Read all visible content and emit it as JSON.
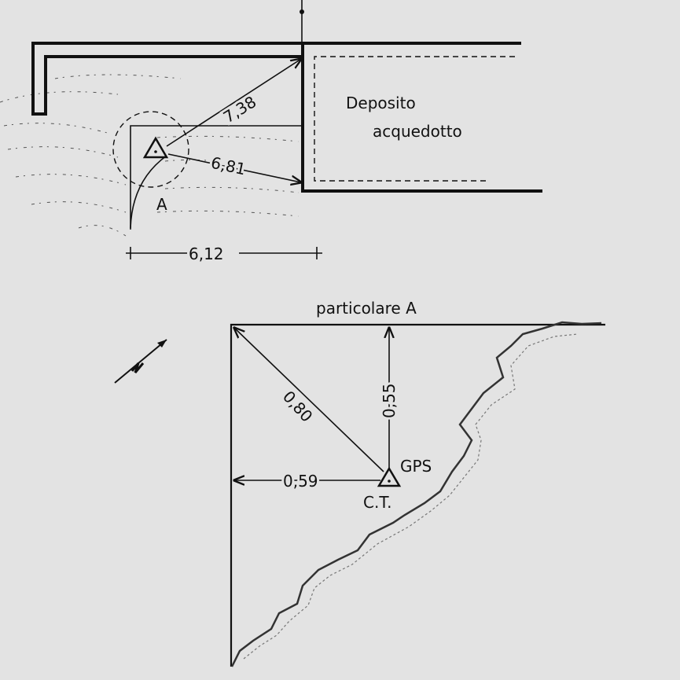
{
  "plan": {
    "building_label_1": "Deposito",
    "building_label_2": "acquedotto",
    "dim_diagonal": "7,38",
    "dim_lower": "6,81",
    "detail_marker": "A",
    "dim_width": "6,12"
  },
  "detail": {
    "title": "particolare A",
    "dim_diagonal": "0,80",
    "dim_vertical": "0,55",
    "dim_horizontal": "0,59",
    "point_label_gps": "GPS",
    "point_label_ct": "C.T."
  },
  "north_arrow": {
    "icon": "north-arrow-icon"
  }
}
